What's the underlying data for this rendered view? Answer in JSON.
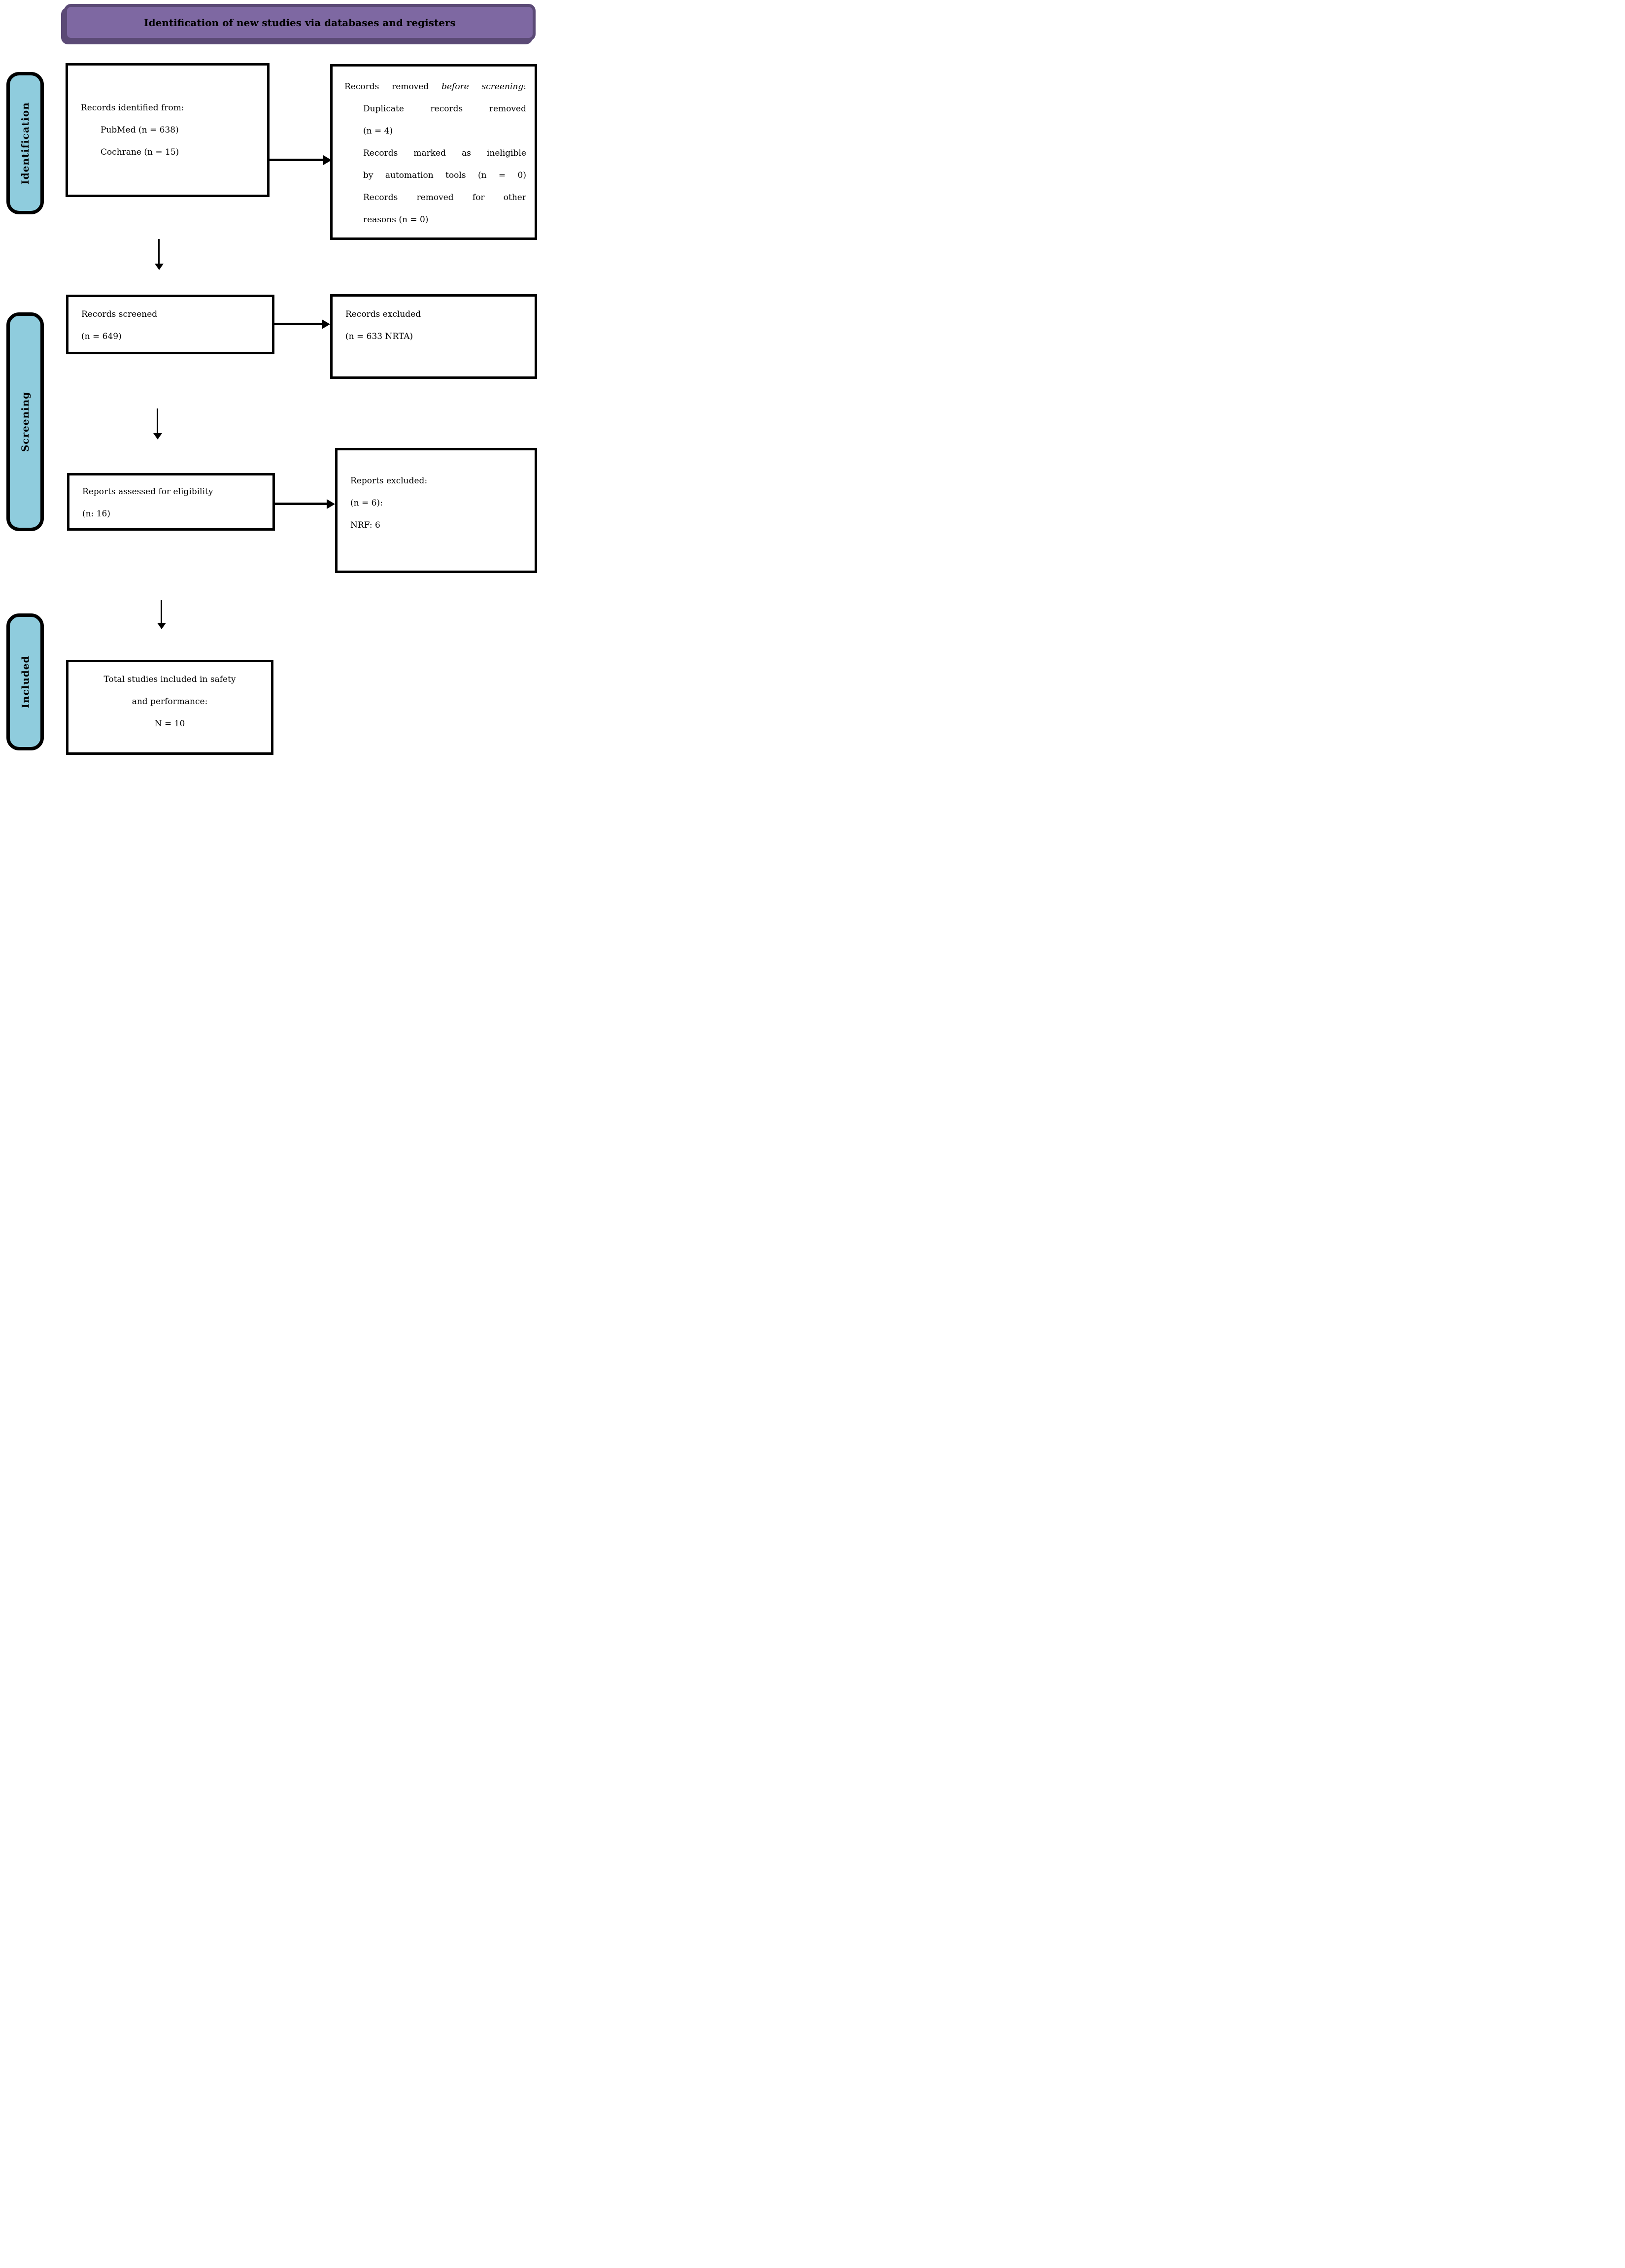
{
  "header": {
    "title": "Identification of new studies via databases and registers"
  },
  "sidebar": {
    "stages": [
      {
        "label": "Identification"
      },
      {
        "label": "Screening"
      },
      {
        "label": "Included"
      }
    ]
  },
  "boxes": {
    "identified": {
      "lines": [
        "Records identified from:",
        "PubMed (n = 638)",
        "Cochrane (n = 15)"
      ]
    },
    "removed": {
      "title_prefix": "Records removed ",
      "title_italic": "before screening",
      "title_suffix": ":",
      "items": [
        "Duplicate records removed",
        "(n = 4)",
        "Records marked as ineligible",
        "by automation tools (n = 0)",
        "Records removed for other",
        "reasons (n = 0)"
      ]
    },
    "screened": {
      "lines": [
        "Records screened",
        "(n = 649)"
      ]
    },
    "records_excluded": {
      "lines": [
        "Records excluded",
        "(n = 633 NRTA)"
      ]
    },
    "assessed": {
      "lines": [
        "Reports assessed for eligibility",
        "(n: 16)"
      ]
    },
    "reports_excluded": {
      "lines": [
        "Reports excluded:",
        "(n = 6):",
        "NRF: 6"
      ]
    },
    "included_total": {
      "lines": [
        "Total studies included in safety",
        "and performance:",
        "N = 10"
      ]
    }
  },
  "colors": {
    "header_fill": "#7e68a2",
    "header_border": "#5b4a76",
    "stage_fill": "#8fccdd",
    "box_border": "#000000"
  }
}
